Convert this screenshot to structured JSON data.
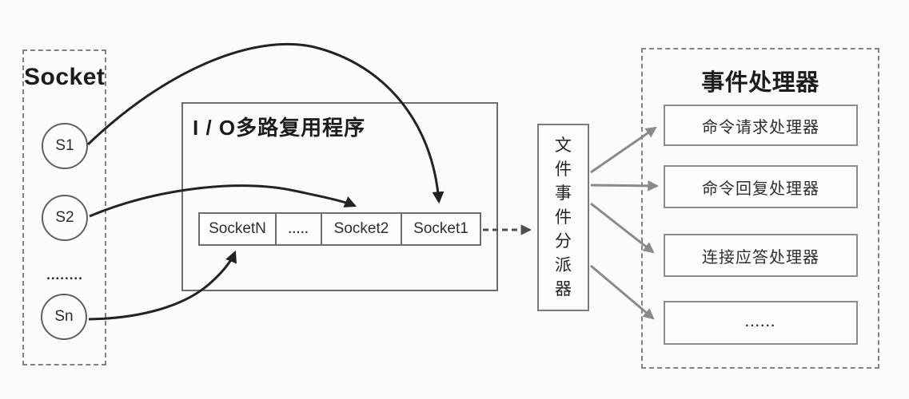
{
  "socket_panel": {
    "title": "Socket",
    "s1": "S1",
    "s2": "S2",
    "dots": "........",
    "sn": "Sn"
  },
  "multiplexer": {
    "title": "I / O多路复用程序",
    "queue": [
      "SocketN",
      ".....",
      "Socket2",
      "Socket1"
    ]
  },
  "dispatcher": {
    "label": "文件事件分派器"
  },
  "handlers_panel": {
    "title": "事件处理器",
    "items": [
      "命令请求处理器",
      "命令回复处理器",
      "连接应答处理器",
      "......"
    ]
  },
  "colors": {
    "background": "#fbfbfb",
    "black_arrow": "#232323",
    "gray_arrow": "#8a8a8a",
    "dashed_arrow": "#4f4f4f",
    "solid_border": "#6d6d6d",
    "dashed_border": "#828282",
    "handler_border": "#8c8c8c",
    "text": "#1f1f1f"
  }
}
